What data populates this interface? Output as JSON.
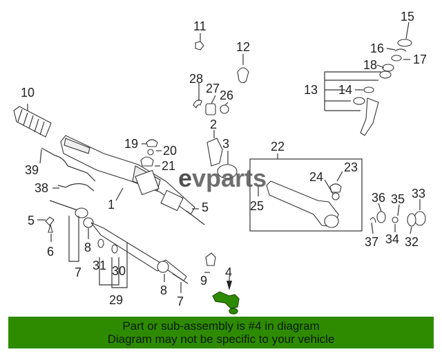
{
  "labels": [
    "1",
    "2",
    "3",
    "4",
    "5",
    "6",
    "7",
    "8",
    "9",
    "10",
    "11",
    "12",
    "13",
    "14",
    "15",
    "16",
    "17",
    "18",
    "19",
    "20",
    "21",
    "22",
    "23",
    "24",
    "25",
    "26",
    "27",
    "28",
    "29",
    "30",
    "31",
    "32",
    "33",
    "34",
    "35",
    "36",
    "37",
    "38",
    "39"
  ],
  "extra_labels": {
    "five_b": "5",
    "seven_b": "7",
    "eight_b": "8"
  },
  "watermark": {
    "logo_mark": "e",
    "text": "vparts"
  },
  "banner": {
    "line1": "Part or sub-assembly is #4 in diagram",
    "line2": "Diagram may not be specific to your vehicle"
  },
  "colors": {
    "highlight": "#2e8b00",
    "banner": "#2e8b00",
    "text": "#222222"
  }
}
